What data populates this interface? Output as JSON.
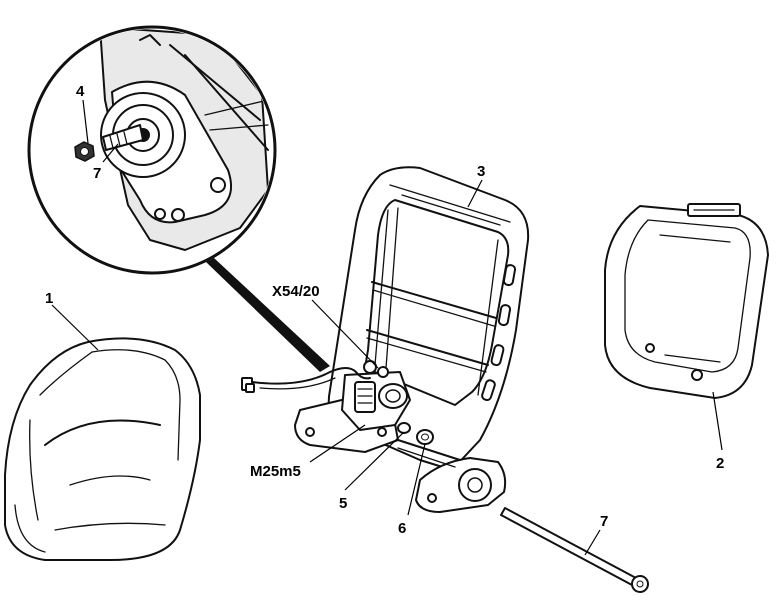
{
  "callouts": {
    "c1": "1",
    "c2": "2",
    "c3": "3",
    "c4": "4",
    "c5": "5",
    "c6": "6",
    "c7_detail": "7",
    "c7_rod": "7",
    "x54": "X54/20",
    "m25": "M25m5"
  }
}
